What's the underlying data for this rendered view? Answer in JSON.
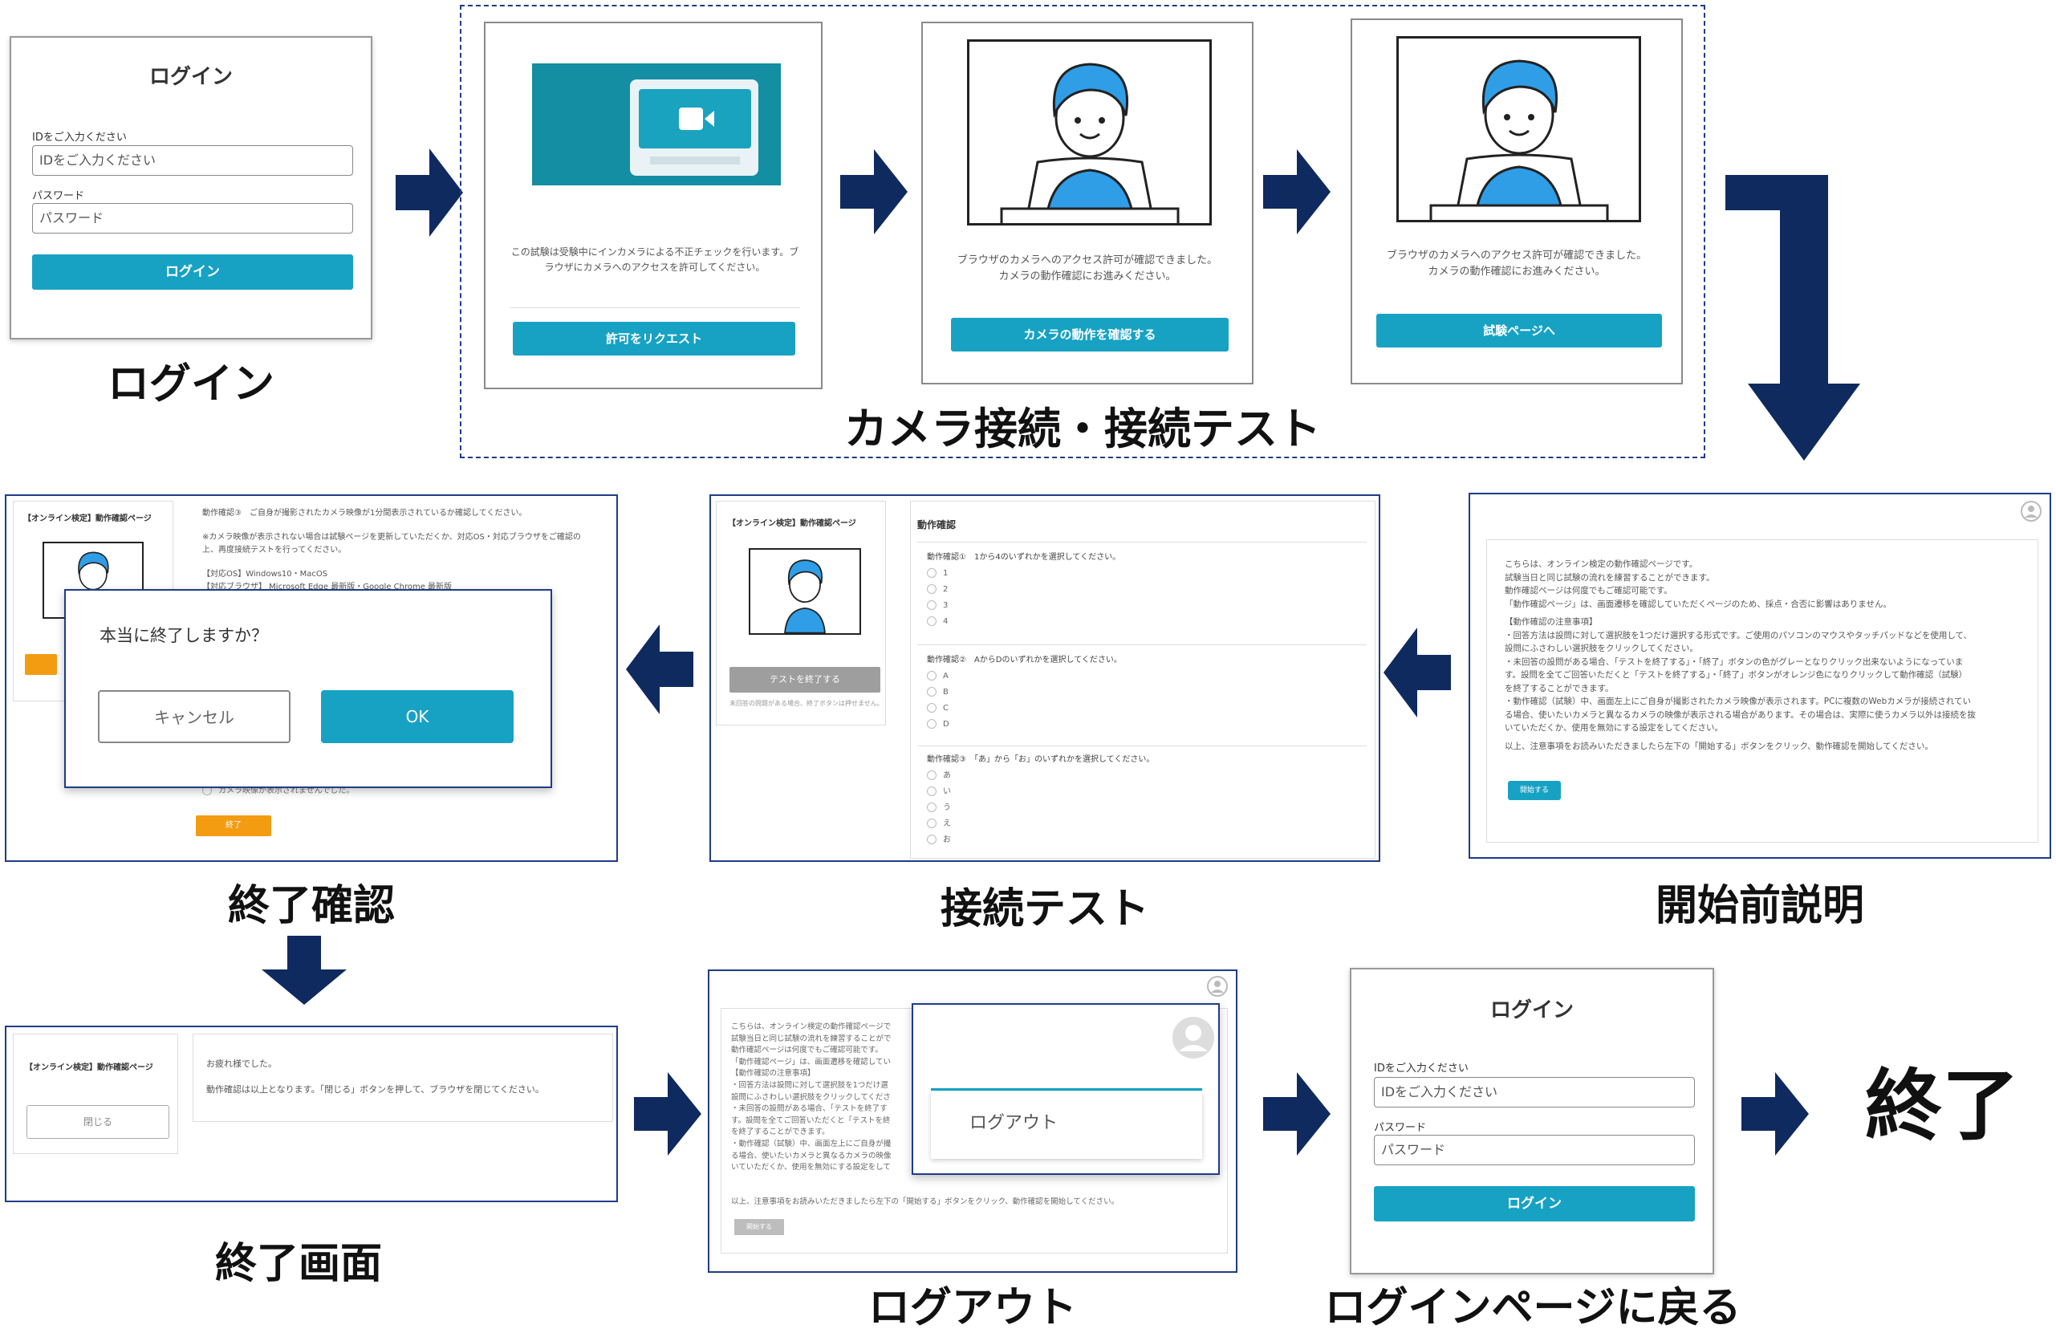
{
  "colors": {
    "navy": "#0f2a5f",
    "teal": "#17a2c4",
    "orange": "#f39c12",
    "gray": "#9e9e9e"
  },
  "login1": {
    "title": "ログイン",
    "id_label": "IDをご入力ください",
    "id_placeholder": "IDをご入力ください",
    "pw_label": "パスワード",
    "pw_placeholder": "パスワード",
    "button": "ログイン",
    "caption": "ログイン"
  },
  "camera": {
    "caption": "カメラ接続・接続テスト",
    "s1": {
      "text": "この試験は受験中にインカメラによる不正チェックを行います。ブラウザにカメラへのアクセスを許可してください。",
      "button": "許可をリクエスト"
    },
    "s2": {
      "text1": "ブラウザのカメラへのアクセス許可が確認できました。",
      "text2": "カメラの動作確認にお進みください。",
      "button": "カメラの動作を確認する"
    },
    "s3": {
      "text1": "ブラウザのカメラへのアクセス許可が確認できました。",
      "text2": "カメラの動作確認にお進みください。",
      "button": "試験ページへ"
    }
  },
  "intro": {
    "caption": "開始前説明",
    "lines": [
      "こちらは、オンライン検定の動作確認ページです。",
      "試験当日と同じ試験の流れを練習することができます。",
      "動作確認ページは何度でもご確認可能です。",
      "「動作確認ページ」は、画面遷移を確認していただくページのため、採点・合否に影響はありません。",
      "【動作確認の注意事項】",
      "・回答方法は設問に対して選択肢を1つだけ選択する形式です。ご使用のパソコンのマウスやタッチパッドなどを使用して、",
      "設問にふさわしい選択肢をクリックしてください。",
      "・未回答の設問がある場合、「テストを終了する」・「終了」ボタンの色がグレーとなりクリック出来ないようになっていま",
      "す。設問を全てご回答いただくと「テストを終了する」・「終了」ボタンがオレンジ色になりクリックして動作確認（試験）",
      "を終了することができます。",
      "・動作確認（試験）中、画面左上にご自身が撮影されたカメラ映像が表示されます。PCに複数のWebカメラが接続されてい",
      "る場合、使いたいカメラと異なるカメラの映像が表示される場合があります。その場合は、実際に使うカメラ以外は接続を抜",
      "いていただくか、使用を無効にする設定をしてください。",
      "以上、注意事項をお読みいただきましたら左下の「開始する」ボタンをクリック、動作確認を開始してください。"
    ],
    "button": "開始する"
  },
  "test": {
    "caption": "接続テスト",
    "page_title": "【オンライン検定】動作確認ページ",
    "heading": "動作確認",
    "finish_button": "テストを終了する",
    "note": "未回答の問題がある場合、終了ボタンは押せません。",
    "q1": {
      "label": "動作確認①　1から4のいずれかを選択してください。",
      "options": [
        "1",
        "2",
        "3",
        "4"
      ]
    },
    "q2": {
      "label": "動作確認②　AからDのいずれかを選択してください。",
      "options": [
        "A",
        "B",
        "C",
        "D"
      ]
    },
    "q3": {
      "label": "動作確認③　「あ」から「お」のいずれかを選択してください。",
      "options": [
        "あ",
        "い",
        "う",
        "え",
        "お"
      ]
    }
  },
  "confirm": {
    "caption": "終了確認",
    "page_title": "【オンライン検定】動作確認ページ",
    "bg_line1": "動作確認③　ご自身が撮影されたカメラ映像が1分間表示されているか確認してください。",
    "bg_line2": "※カメラ映像が表示されない場合は試験ページを更新していただくか、対応OS・対応ブラウザをご確認の",
    "bg_line3": "上、再度接続テストを行ってください。",
    "bg_line4": "【対応OS】Windows10・MacOS",
    "bg_line5": "【対応ブラウザ】 Microsoft Edge 最新版・Google Chrome 最新版",
    "bg_option": "カメラ映像が表示されませんでした。",
    "finish_button": "終了",
    "dialog_text": "本当に終了しますか？",
    "cancel": "キャンセル",
    "ok": "OK"
  },
  "end": {
    "caption": "終了画面",
    "page_title": "【オンライン検定】動作確認ページ",
    "close": "閉じる",
    "line1": "お疲れ様でした。",
    "line2": "動作確認は以上となります。「閉じる」ボタンを押して、ブラウザを閉じてください。"
  },
  "logout": {
    "caption": "ログアウト",
    "menu_item": "ログアウト",
    "lines": [
      "こちらは、オンライン検定の動作確認ページで",
      "試験当日と同じ試験の流れを練習することがで",
      "動作確認ページは何度でもご確認可能です。",
      "「動作確認ページ」は、画面遷移を確認してい",
      "【動作確認の注意事項】",
      "・回答方法は設問に対して選択肢を1つだけ選",
      "設問にふさわしい選択肢をクリックしてくださ",
      "・未回答の設問がある場合、「テストを終了す",
      "す。設問を全てご回答いただくと「テストを終",
      "を終了することができます。",
      "・動作確認（試験）中、画面左上にご自身が撮",
      "る場合、使いたいカメラと異なるカメラの映像",
      "いていただくか、使用を無効にする設定をして"
    ],
    "last_line": "以上、注意事項をお読みいただきましたら左下の「開始する」ボタンをクリック、動作確認を開始してください。",
    "button": "開始する"
  },
  "login2": {
    "title": "ログイン",
    "id_label": "IDをご入力ください",
    "id_placeholder": "IDをご入力ください",
    "pw_label": "パスワード",
    "pw_placeholder": "パスワード",
    "button": "ログイン",
    "caption": "ログインページに戻る"
  },
  "final_text": "終了"
}
